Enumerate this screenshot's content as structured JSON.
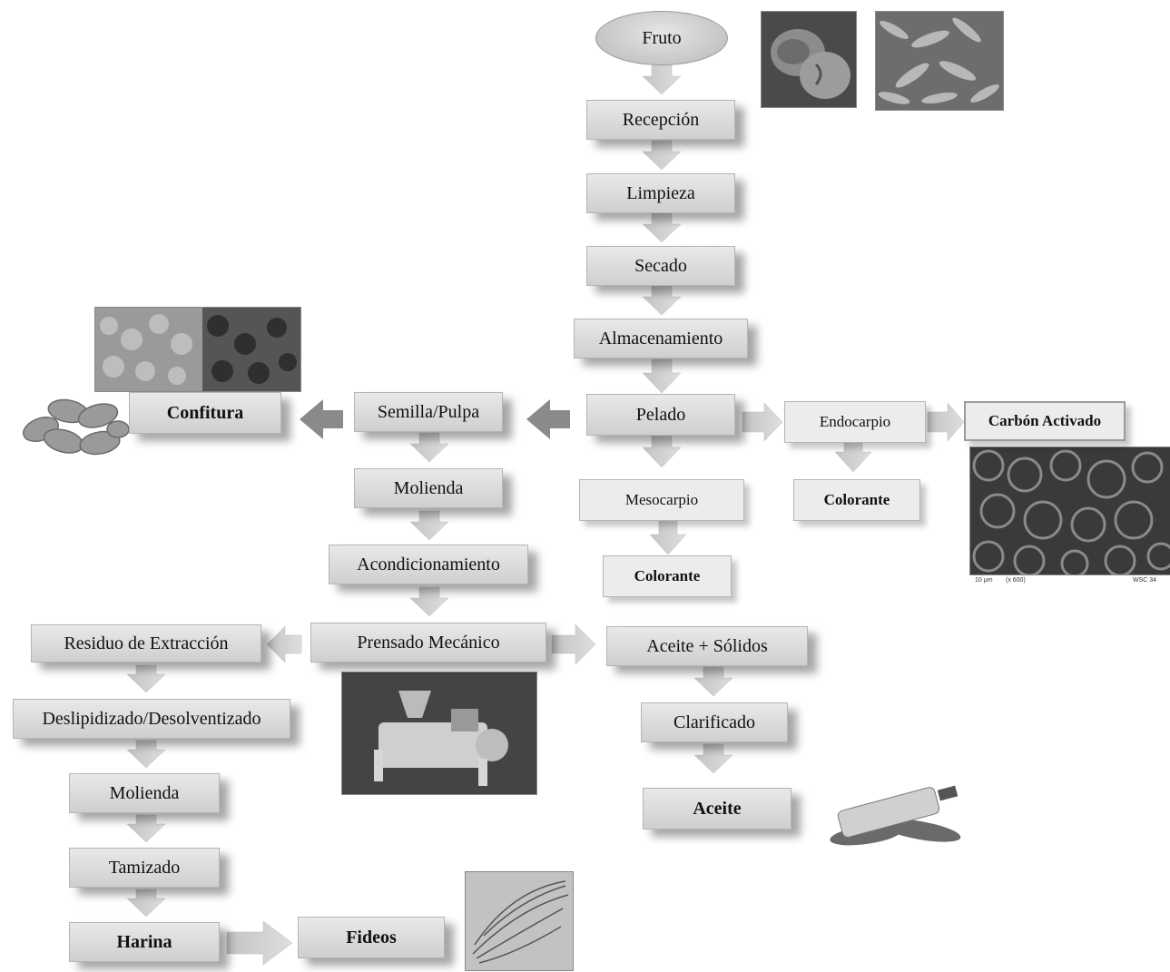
{
  "nodes": {
    "fruto": "Fruto",
    "recepcion": "Recepción",
    "limpieza": "Limpieza",
    "secado": "Secado",
    "almacenamiento": "Almacenamiento",
    "pelado": "Pelado",
    "endocarpio": "Endocarpio",
    "carbon_activado": "Carbón Activado",
    "colorante_endocarpio": "Colorante",
    "mesocarpio": "Mesocarpio",
    "colorante_mesocarpio": "Colorante",
    "semilla_pulpa": "Semilla/Pulpa",
    "confitura": "Confitura",
    "molienda_1": "Molienda",
    "acondicionamiento": "Acondicionamiento",
    "prensado_mecanico": "Prensado Mecánico",
    "residuo_extraccion": "Residuo de Extracción",
    "aceite_solidos": "Aceite + Sólidos",
    "clarificado": "Clarificado",
    "aceite": "Aceite",
    "deslipidizado": "Deslipidizado/Desolventizado",
    "molienda_2": "Molienda",
    "tamizado": "Tamizado",
    "harina": "Harina",
    "fideos": "Fideos"
  },
  "micrograph_caption": {
    "scale": "10 μm",
    "magnification": "(x 600)",
    "code": "WSC 34"
  },
  "colors": {
    "box_fill": "#dcdcdc",
    "box_border": "#b5b5b5",
    "arrow": "#c8c8c8",
    "arrow_dark": "#8c8c8c"
  }
}
